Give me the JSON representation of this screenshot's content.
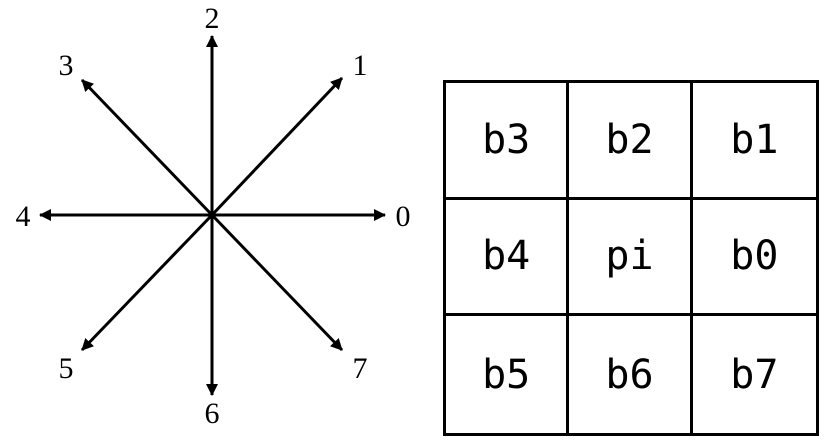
{
  "directions": [
    {
      "label": "0",
      "angle_deg": 0
    },
    {
      "label": "1",
      "angle_deg": 45
    },
    {
      "label": "2",
      "angle_deg": 90
    },
    {
      "label": "3",
      "angle_deg": 135
    },
    {
      "label": "4",
      "angle_deg": 180
    },
    {
      "label": "5",
      "angle_deg": 225
    },
    {
      "label": "6",
      "angle_deg": 270
    },
    {
      "label": "7",
      "angle_deg": 315
    }
  ],
  "grid": {
    "rows": [
      [
        "b3",
        "b2",
        "b1"
      ],
      [
        "b4",
        "pi",
        "b0"
      ],
      [
        "b5",
        "b6",
        "b7"
      ]
    ]
  }
}
